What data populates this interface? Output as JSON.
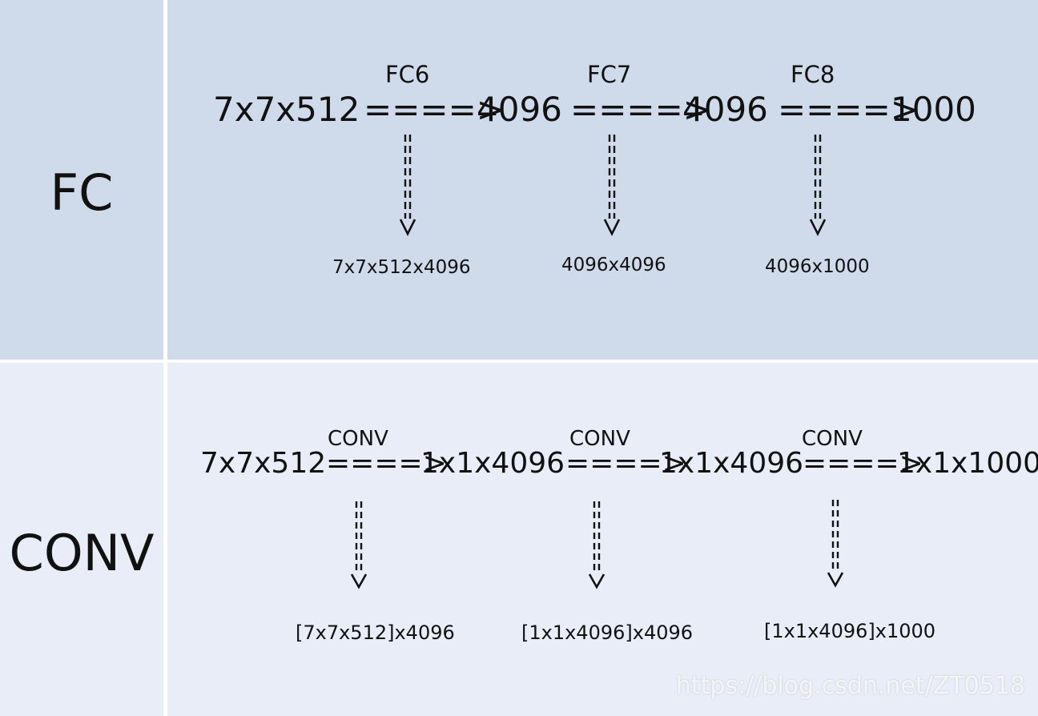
{
  "fc": {
    "label": "FC",
    "main": [
      "7x7x512",
      "====>",
      "4096",
      "====>",
      "4096",
      "====>",
      "1000"
    ],
    "layers": [
      "FC6",
      "FC7",
      "FC8"
    ],
    "weights": [
      "7x7x512x4096",
      "4096x4096",
      "4096x1000"
    ]
  },
  "conv": {
    "label": "CONV",
    "main": [
      "7x7x512",
      "====>",
      "1x1x4096",
      "====>",
      "1x1x4096",
      "====>",
      "1x1x1000"
    ],
    "ops": [
      "CONV",
      "CONV",
      "CONV"
    ],
    "weights": [
      "[7x7x512]x4096",
      "[1x1x4096]x4096",
      "[1x1x4096]x1000"
    ]
  },
  "watermark": "https://blog.csdn.net/ZT0518"
}
